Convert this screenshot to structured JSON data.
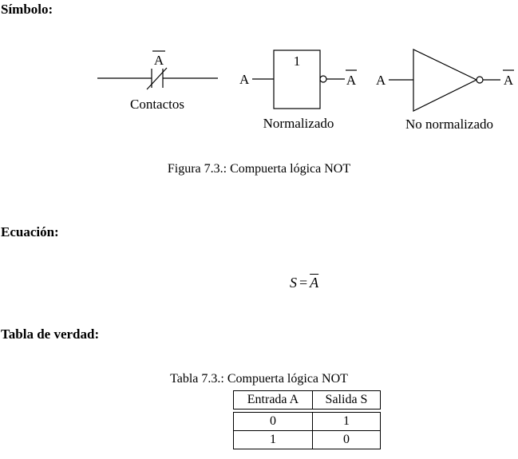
{
  "headings": {
    "simbolo": "Símbolo:",
    "ecuacion": "Ecuación:",
    "tabla": "Tabla de verdad:"
  },
  "figure": {
    "contacts_label": "Contactos",
    "contacts_var": "A",
    "gate1_label": "Normalizado",
    "gate1_box_text": "1",
    "gate1_input": "A",
    "gate1_output": "A",
    "gate2_label": "No normalizado",
    "gate2_input": "A",
    "gate2_output": "A",
    "caption": "Figura 7.3.: Compuerta lógica NOT"
  },
  "equation": {
    "lhs": "S",
    "eq": "=",
    "rhs": "A"
  },
  "table": {
    "caption": "Tabla 7.3.: Compuerta lógica NOT",
    "headers": [
      "Entrada A",
      "Salida S"
    ],
    "rows": [
      [
        "0",
        "1"
      ],
      [
        "1",
        "0"
      ]
    ]
  }
}
